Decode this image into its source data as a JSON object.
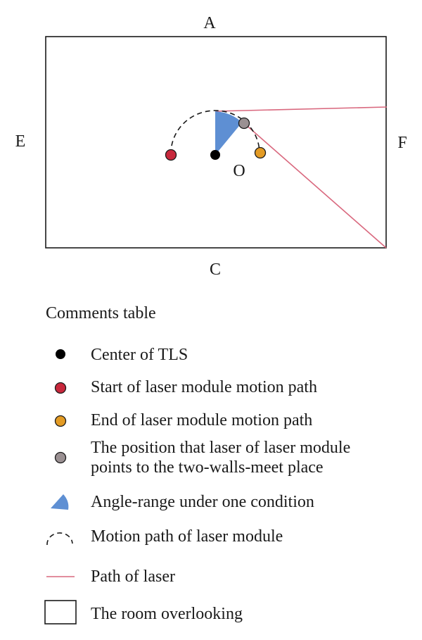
{
  "diagram": {
    "labels": {
      "top": "A",
      "left": "E",
      "right": "F",
      "bottom": "C",
      "center": "O"
    },
    "colors": {
      "center": "#000000",
      "start": "#c8283c",
      "end": "#e39b24",
      "position": "#9a9092",
      "angle_range": "#5e8fd3",
      "laser": "#d9687e",
      "stroke": "#1a1a1a"
    }
  },
  "legend": {
    "title": "Comments table",
    "items": [
      {
        "icon": "black-dot-icon",
        "text": "Center of TLS"
      },
      {
        "icon": "red-dot-icon",
        "text": "Start of laser module motion path"
      },
      {
        "icon": "orange-dot-icon",
        "text": "End of laser module motion path"
      },
      {
        "icon": "gray-dot-icon",
        "line1": "The position that laser of laser module",
        "line2": "points to the two-walls-meet place"
      },
      {
        "icon": "blue-sector-icon",
        "text": "Angle-range under one condition"
      },
      {
        "icon": "dashed-arc-icon",
        "text": "Motion path of laser module"
      },
      {
        "icon": "red-line-icon",
        "text": "Path of laser"
      },
      {
        "icon": "rectangle-icon",
        "text": "The room overlooking"
      }
    ]
  }
}
